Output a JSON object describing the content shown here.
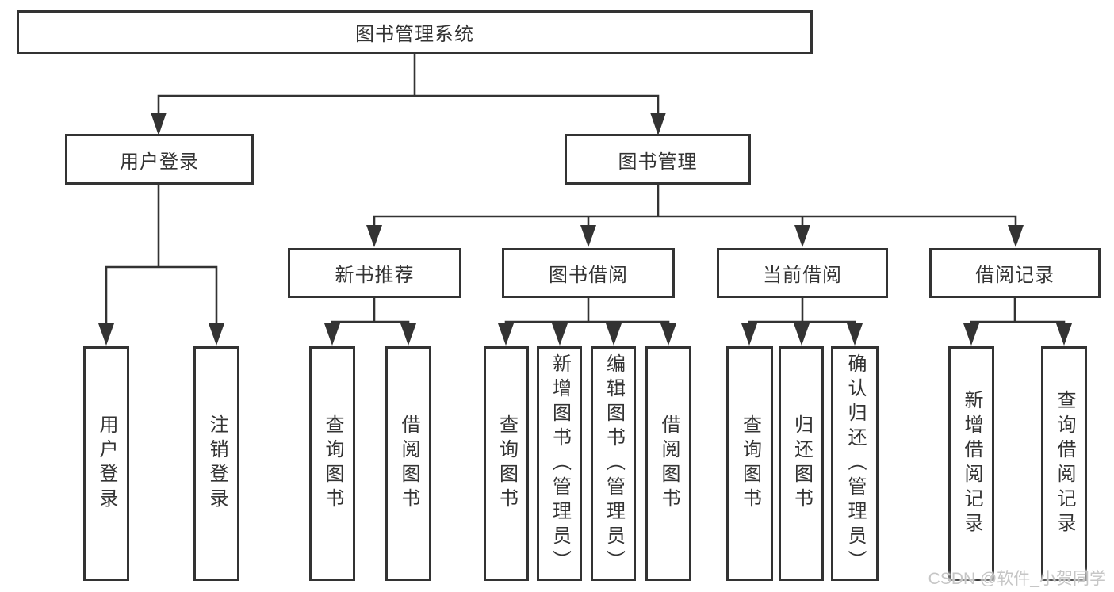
{
  "colors": {
    "line": "#333333",
    "text": "#333333",
    "background": "#ffffff",
    "watermark": "#c6c6c6"
  },
  "watermark": "CSDN @软件_小贺同学",
  "tree": {
    "root": {
      "label": "图书管理系统"
    },
    "branches": [
      {
        "label": "用户登录",
        "children": [
          {
            "label": "用户登录"
          },
          {
            "label": "注销登录"
          }
        ]
      },
      {
        "label": "图书管理",
        "children": [
          {
            "label": "新书推荐",
            "children": [
              {
                "label": "查询图书"
              },
              {
                "label": "借阅图书"
              }
            ]
          },
          {
            "label": "图书借阅",
            "children": [
              {
                "label": "查询图书"
              },
              {
                "label": "新增图书（管理员）"
              },
              {
                "label": "编辑图书（管理员）"
              },
              {
                "label": "借阅图书"
              }
            ]
          },
          {
            "label": "当前借阅",
            "children": [
              {
                "label": "查询图书"
              },
              {
                "label": "归还图书"
              },
              {
                "label": "确认归还（管理员）"
              }
            ]
          },
          {
            "label": "借阅记录",
            "children": [
              {
                "label": "新增借阅记录"
              },
              {
                "label": "查询借阅记录"
              }
            ]
          }
        ]
      }
    ]
  }
}
